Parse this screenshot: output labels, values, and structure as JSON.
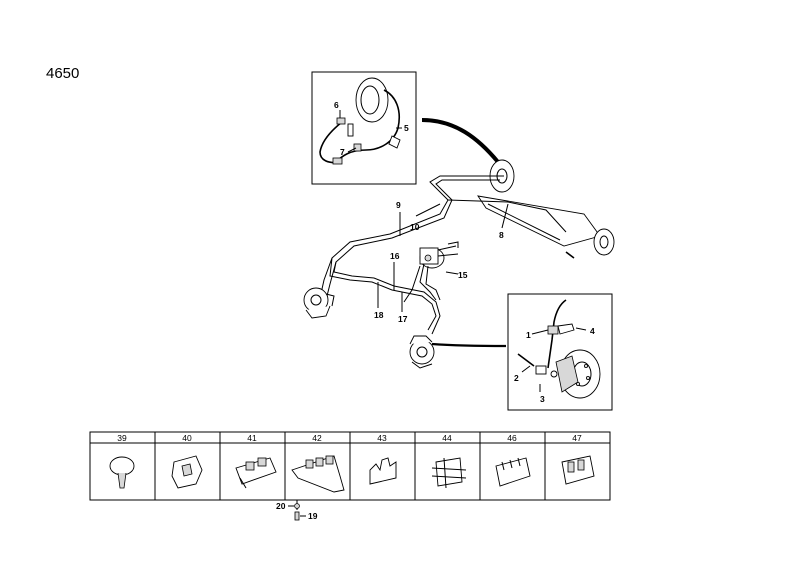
{
  "page_code": "4650",
  "callouts": {
    "c1": "1",
    "c2": "2",
    "c3": "3",
    "c4": "4",
    "c5": "5",
    "c6": "6",
    "c7": "7",
    "c8": "8",
    "c9": "9",
    "c10": "10",
    "c15": "15",
    "c16": "16",
    "c17": "17",
    "c18": "18",
    "c19": "19",
    "c20": "20"
  },
  "clip_table": {
    "headers": [
      "39",
      "40",
      "41",
      "42",
      "43",
      "44",
      "46",
      "47"
    ]
  },
  "colors": {
    "line": "#000000",
    "background": "#ffffff",
    "shade": "#d8d8d8"
  }
}
